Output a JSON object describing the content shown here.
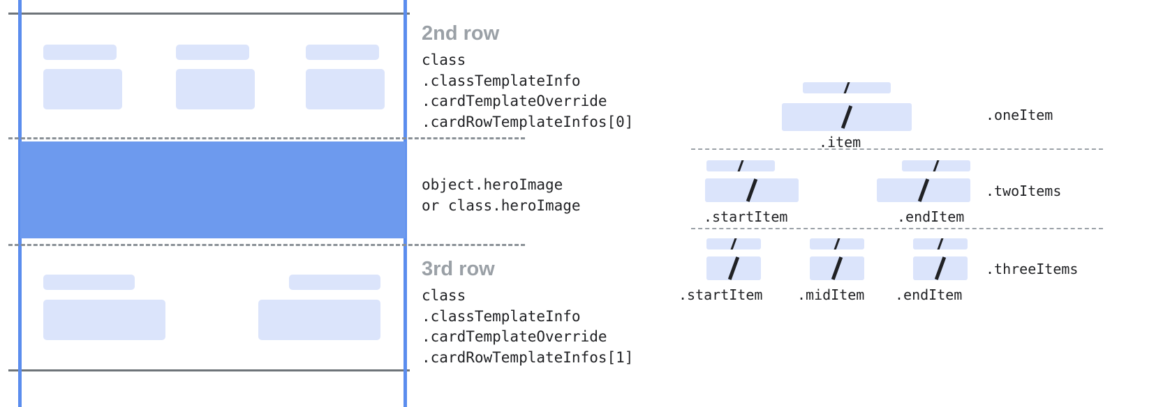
{
  "diagram": {
    "left_panel": {
      "rows": [
        {
          "title": "2nd row",
          "code": "class\n.classTemplateInfo\n.cardTemplateOverride\n.cardRowTemplateInfos[0]",
          "placeholders": 3
        },
        {
          "title": "",
          "code": "object.heroImage\nor class.heroImage",
          "placeholders": 0
        },
        {
          "title": "3rd row",
          "code": "class\n.classTemplateInfo\n.cardTemplateOverride\n.cardRowTemplateInfos[1]",
          "placeholders": 2
        }
      ]
    },
    "right_panel": {
      "groups": [
        {
          "name": ".oneItem",
          "captions": [
            ".item"
          ]
        },
        {
          "name": ".twoItems",
          "captions": [
            ".startItem",
            ".endItem"
          ]
        },
        {
          "name": ".threeItems",
          "captions": [
            ".startItem",
            ".midItem",
            ".endItem"
          ]
        }
      ]
    },
    "colors": {
      "placeholder_fill": "#dbe4fb",
      "hero_fill": "#6d9aee",
      "guide_line": "#5b8dee",
      "rule_line": "#6e7479",
      "dashed_line": "#9aa0a6",
      "title_text": "#9aa0a6",
      "code_text": "#202124"
    }
  }
}
